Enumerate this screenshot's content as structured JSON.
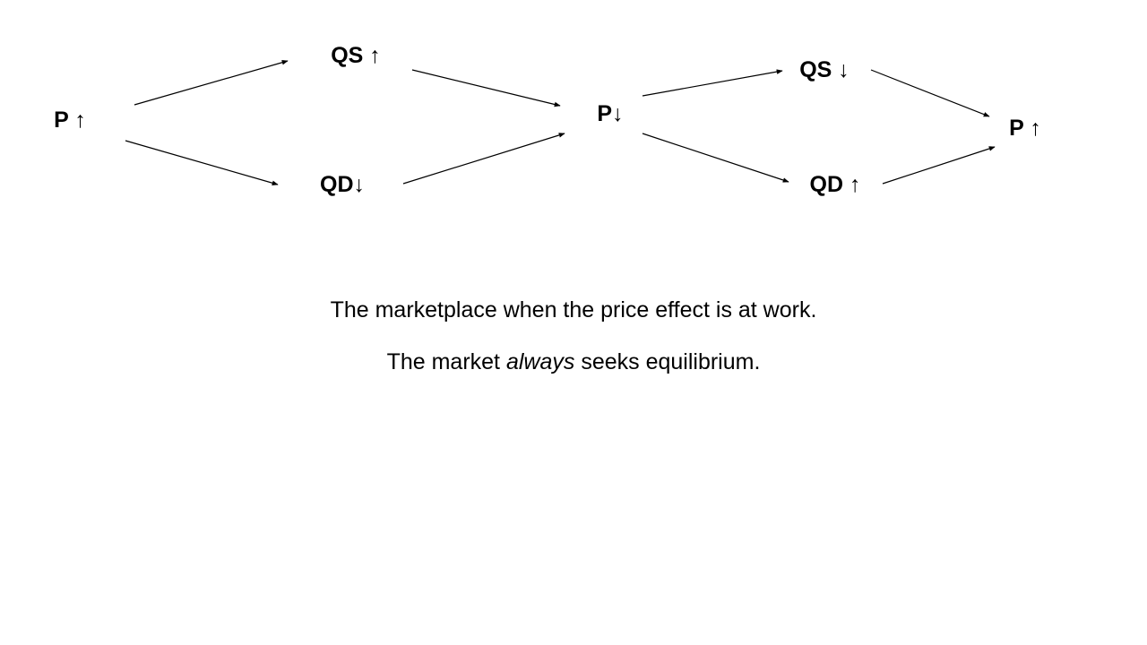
{
  "diagram": {
    "nodes": {
      "p_start": "P ↑",
      "qs_up": "QS ↑",
      "qd_down": "QD↓",
      "p_down": "P↓",
      "qs_down": "QS ↓",
      "qd_up": "QD ↑",
      "p_end": "P ↑"
    },
    "edges": [
      {
        "from": "p_start",
        "to": "qs_up"
      },
      {
        "from": "p_start",
        "to": "qd_down"
      },
      {
        "from": "qs_up",
        "to": "p_down"
      },
      {
        "from": "qd_down",
        "to": "p_down"
      },
      {
        "from": "p_down",
        "to": "qs_down"
      },
      {
        "from": "p_down",
        "to": "qd_up"
      },
      {
        "from": "qs_down",
        "to": "p_end"
      },
      {
        "from": "qd_up",
        "to": "p_end"
      }
    ]
  },
  "captions": {
    "line1": "The marketplace when the price effect is at work.",
    "line2_before": "The market ",
    "line2_emphasis": "always",
    "line2_after": " seeks equilibrium."
  }
}
